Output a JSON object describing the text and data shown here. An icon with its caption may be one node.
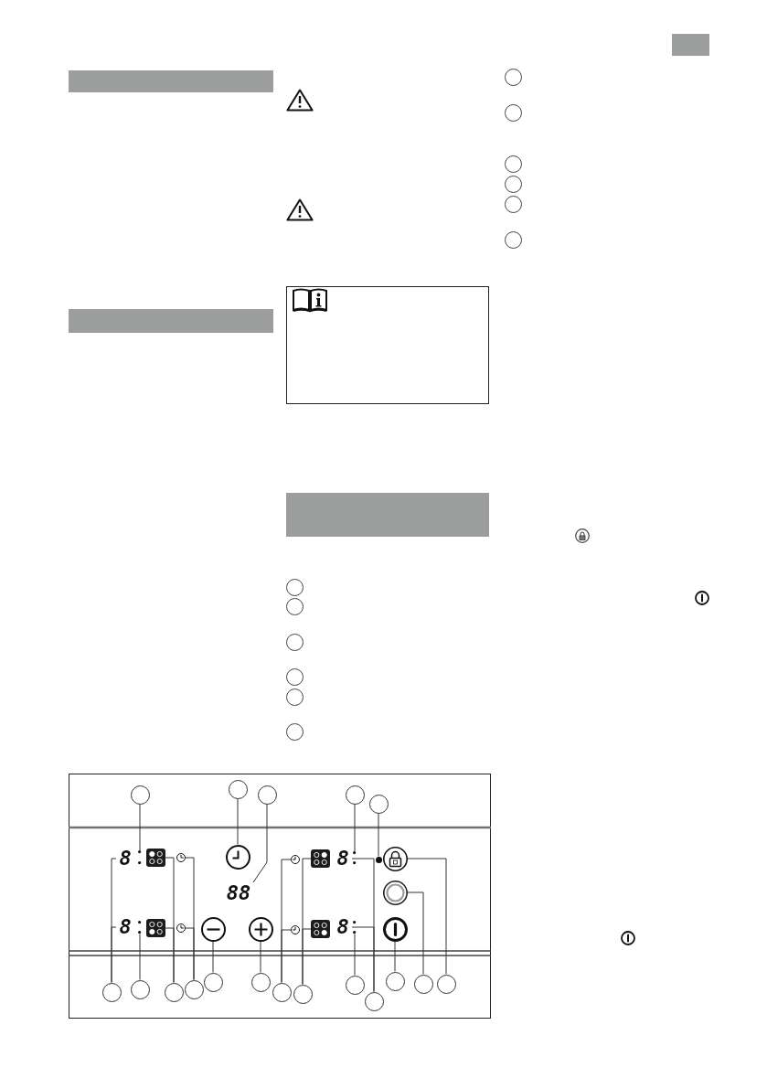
{
  "diagram": {
    "nodes": [
      {
        "text": [],
        "shape": "bar"
      },
      {
        "text": [],
        "shape": "bar"
      },
      {
        "text": [],
        "shape": "bar"
      },
      {
        "text": [],
        "shape": "box"
      },
      {
        "text": [],
        "shape": "bar"
      },
      {
        "text": [],
        "shape": "circle"
      },
      {
        "text": [],
        "shape": "circle"
      },
      {
        "text": [],
        "shape": "circle"
      },
      {
        "text": [],
        "shape": "circle"
      },
      {
        "text": [],
        "shape": "circle"
      },
      {
        "text": [],
        "shape": "circle"
      },
      {
        "text": [],
        "shape": "circle"
      },
      {
        "text": [],
        "shape": "circle"
      },
      {
        "text": [],
        "shape": "circle"
      },
      {
        "text": [],
        "shape": "circle"
      },
      {
        "text": [],
        "shape": "circle"
      },
      {
        "text": [],
        "shape": "circle"
      },
      {
        "text": [],
        "shape": "box"
      },
      {
        "text": [],
        "shape": "circle",
        "in": 17
      },
      {
        "text": [],
        "shape": "circle",
        "in": 17
      },
      {
        "text": [],
        "shape": "circle",
        "in": 17
      },
      {
        "text": [],
        "shape": "circle",
        "in": 17
      },
      {
        "text": [],
        "shape": "circle",
        "in": 17
      },
      {
        "text": [
          "8"
        ],
        "in": 17
      },
      {
        "text": [],
        "shape": "dot",
        "in": 17
      },
      {
        "text": [],
        "shape": "box",
        "in": 17
      },
      {
        "text": [],
        "shape": "circle",
        "in": 17
      },
      {
        "text": [],
        "shape": "circle",
        "in": 17
      },
      {
        "text": [],
        "shape": "circle",
        "in": 17
      },
      {
        "text": [],
        "shape": "box",
        "in": 17
      },
      {
        "text": [
          "8"
        ],
        "in": 17
      },
      {
        "text": [],
        "shape": "dot",
        "in": 17
      },
      {
        "text": [],
        "shape": "dot",
        "in": 17
      },
      {
        "text": [],
        "shape": "circle",
        "in": 17
      },
      {
        "text": [
          "88"
        ],
        "in": 17
      },
      {
        "text": [],
        "shape": "circle",
        "in": 17
      },
      {
        "text": [
          "8"
        ],
        "in": 17
      },
      {
        "text": [],
        "shape": "dot",
        "in": 17
      },
      {
        "text": [],
        "shape": "box",
        "in": 17
      },
      {
        "text": [],
        "shape": "circle",
        "in": 17
      },
      {
        "text": [],
        "shape": "circle",
        "in": 17
      },
      {
        "text": [],
        "shape": "circle",
        "in": 17
      },
      {
        "text": [],
        "shape": "circle",
        "in": 17
      },
      {
        "text": [],
        "shape": "box",
        "in": 17
      },
      {
        "text": [
          "8"
        ],
        "in": 17
      },
      {
        "text": [],
        "shape": "dot",
        "in": 17
      },
      {
        "text": [],
        "shape": "circle",
        "in": 17
      },
      {
        "text": [],
        "shape": "circle",
        "in": 17
      },
      {
        "text": [],
        "shape": "circle",
        "in": 17
      },
      {
        "text": [],
        "shape": "circle",
        "in": 17
      },
      {
        "text": [],
        "shape": "circle",
        "in": 17
      },
      {
        "text": [],
        "shape": "circle",
        "in": 17
      },
      {
        "text": [],
        "shape": "circle",
        "in": 17
      },
      {
        "text": [],
        "shape": "circle",
        "in": 17
      },
      {
        "text": [],
        "shape": "circle",
        "in": 17
      },
      {
        "text": [],
        "shape": "circle",
        "in": 17
      },
      {
        "text": [],
        "shape": "circle",
        "in": 17
      },
      {
        "text": [],
        "shape": "circle",
        "in": 17
      },
      {
        "text": [],
        "shape": "circle",
        "in": 17
      },
      {
        "text": [],
        "shape": "circle",
        "in": 17
      }
    ],
    "edges": [
      {
        "from": 18,
        "to": 24,
        "arrow": "none"
      },
      {
        "from": 19,
        "to": 27,
        "arrow": "none"
      },
      {
        "from": 20,
        "to": 34,
        "arrow": "none"
      },
      {
        "from": 21,
        "to": 31,
        "arrow": "none"
      },
      {
        "from": 22,
        "to": 32,
        "arrow": "none"
      },
      {
        "from": 47,
        "to": 23,
        "arrow": "none"
      },
      {
        "from": 47,
        "to": 36,
        "arrow": "none"
      },
      {
        "from": 48,
        "to": 37,
        "arrow": "none"
      },
      {
        "from": 49,
        "to": 25,
        "arrow": "none"
      },
      {
        "from": 49,
        "to": 38,
        "arrow": "none"
      },
      {
        "from": 50,
        "to": 26,
        "arrow": "none"
      },
      {
        "from": 50,
        "to": 39,
        "arrow": "none"
      },
      {
        "from": 51,
        "to": 40,
        "arrow": "none"
      },
      {
        "from": 52,
        "to": 41,
        "arrow": "none"
      },
      {
        "from": 53,
        "to": 28,
        "arrow": "none"
      },
      {
        "from": 53,
        "to": 42,
        "arrow": "none"
      },
      {
        "from": 54,
        "to": 29,
        "arrow": "none"
      },
      {
        "from": 54,
        "to": 43,
        "arrow": "none"
      },
      {
        "from": 55,
        "to": 45,
        "arrow": "none"
      },
      {
        "from": 56,
        "to": 30,
        "arrow": "none"
      },
      {
        "from": 56,
        "to": 44,
        "arrow": "none"
      },
      {
        "from": 57,
        "to": 46,
        "arrow": "none"
      },
      {
        "from": 58,
        "to": 35,
        "arrow": "none"
      },
      {
        "from": 59,
        "to": 33,
        "arrow": "none"
      }
    ]
  }
}
